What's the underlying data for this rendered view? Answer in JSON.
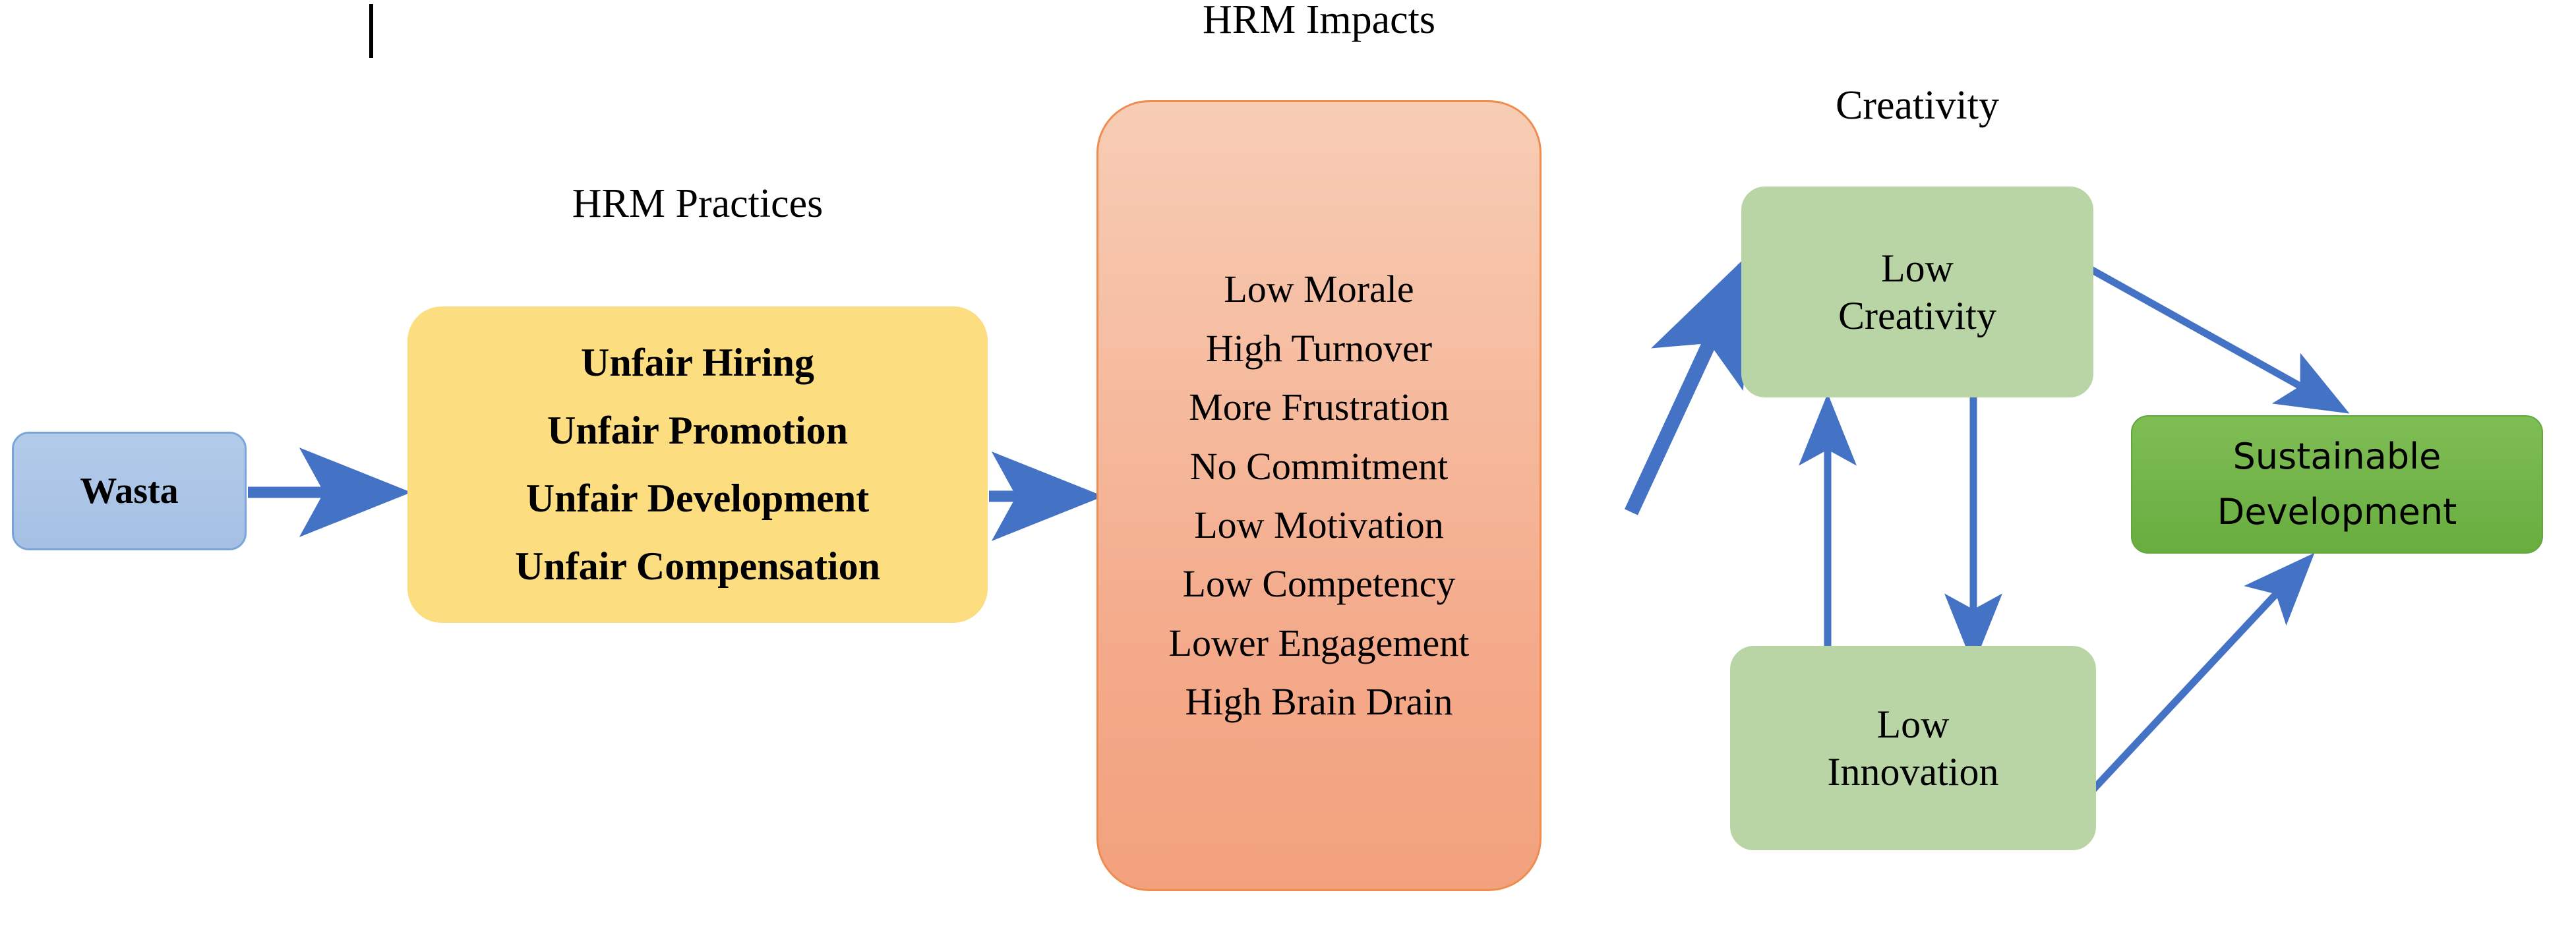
{
  "diagram": {
    "title": "HRM Impacts conceptual framework",
    "colors": {
      "accent_arrow": "#4472C4",
      "blue_box": "#A9C4E8",
      "yellow_box": "#FCDE81",
      "orange_box": "#F4AA8A",
      "light_green_box": "#BAD5A5",
      "dark_green_box": "#70B34A",
      "text": "#000000"
    }
  },
  "labels": {
    "hrm_practices": "HRM Practices",
    "hrm_impacts": "HRM Impacts",
    "creativity": "Creativity"
  },
  "nodes": {
    "wasta": {
      "label": "Wasta"
    },
    "practices": {
      "items": [
        "Unfair Hiring",
        "Unfair Promotion",
        "Unfair Development",
        "Unfair Compensation"
      ]
    },
    "impacts": {
      "items": [
        "Low Morale",
        "High Turnover",
        "More Frustration",
        "No Commitment",
        "Low Motivation",
        "Low Competency",
        "Lower Engagement",
        "High Brain Drain"
      ]
    },
    "low_creativity": {
      "line1": "Low",
      "line2": "Creativity"
    },
    "low_innovation": {
      "line1": "Low",
      "line2": "Innovation"
    },
    "sustainable_development": {
      "line1": "Sustainable",
      "line2": "Development"
    }
  },
  "edges": [
    {
      "from": "wasta",
      "to": "practices",
      "style": "straight-arrow"
    },
    {
      "from": "practices",
      "to": "impacts",
      "style": "straight-arrow"
    },
    {
      "from": "impacts",
      "to": "low_creativity",
      "style": "diagonal-arrow"
    },
    {
      "from": "low_innovation",
      "to": "low_creativity",
      "style": "vertical-arrow-up"
    },
    {
      "from": "low_creativity",
      "to": "low_innovation",
      "style": "vertical-arrow-down"
    },
    {
      "from": "low_creativity",
      "to": "sustainable_development",
      "style": "diagonal-arrow"
    },
    {
      "from": "low_innovation",
      "to": "sustainable_development",
      "style": "diagonal-arrow"
    }
  ]
}
